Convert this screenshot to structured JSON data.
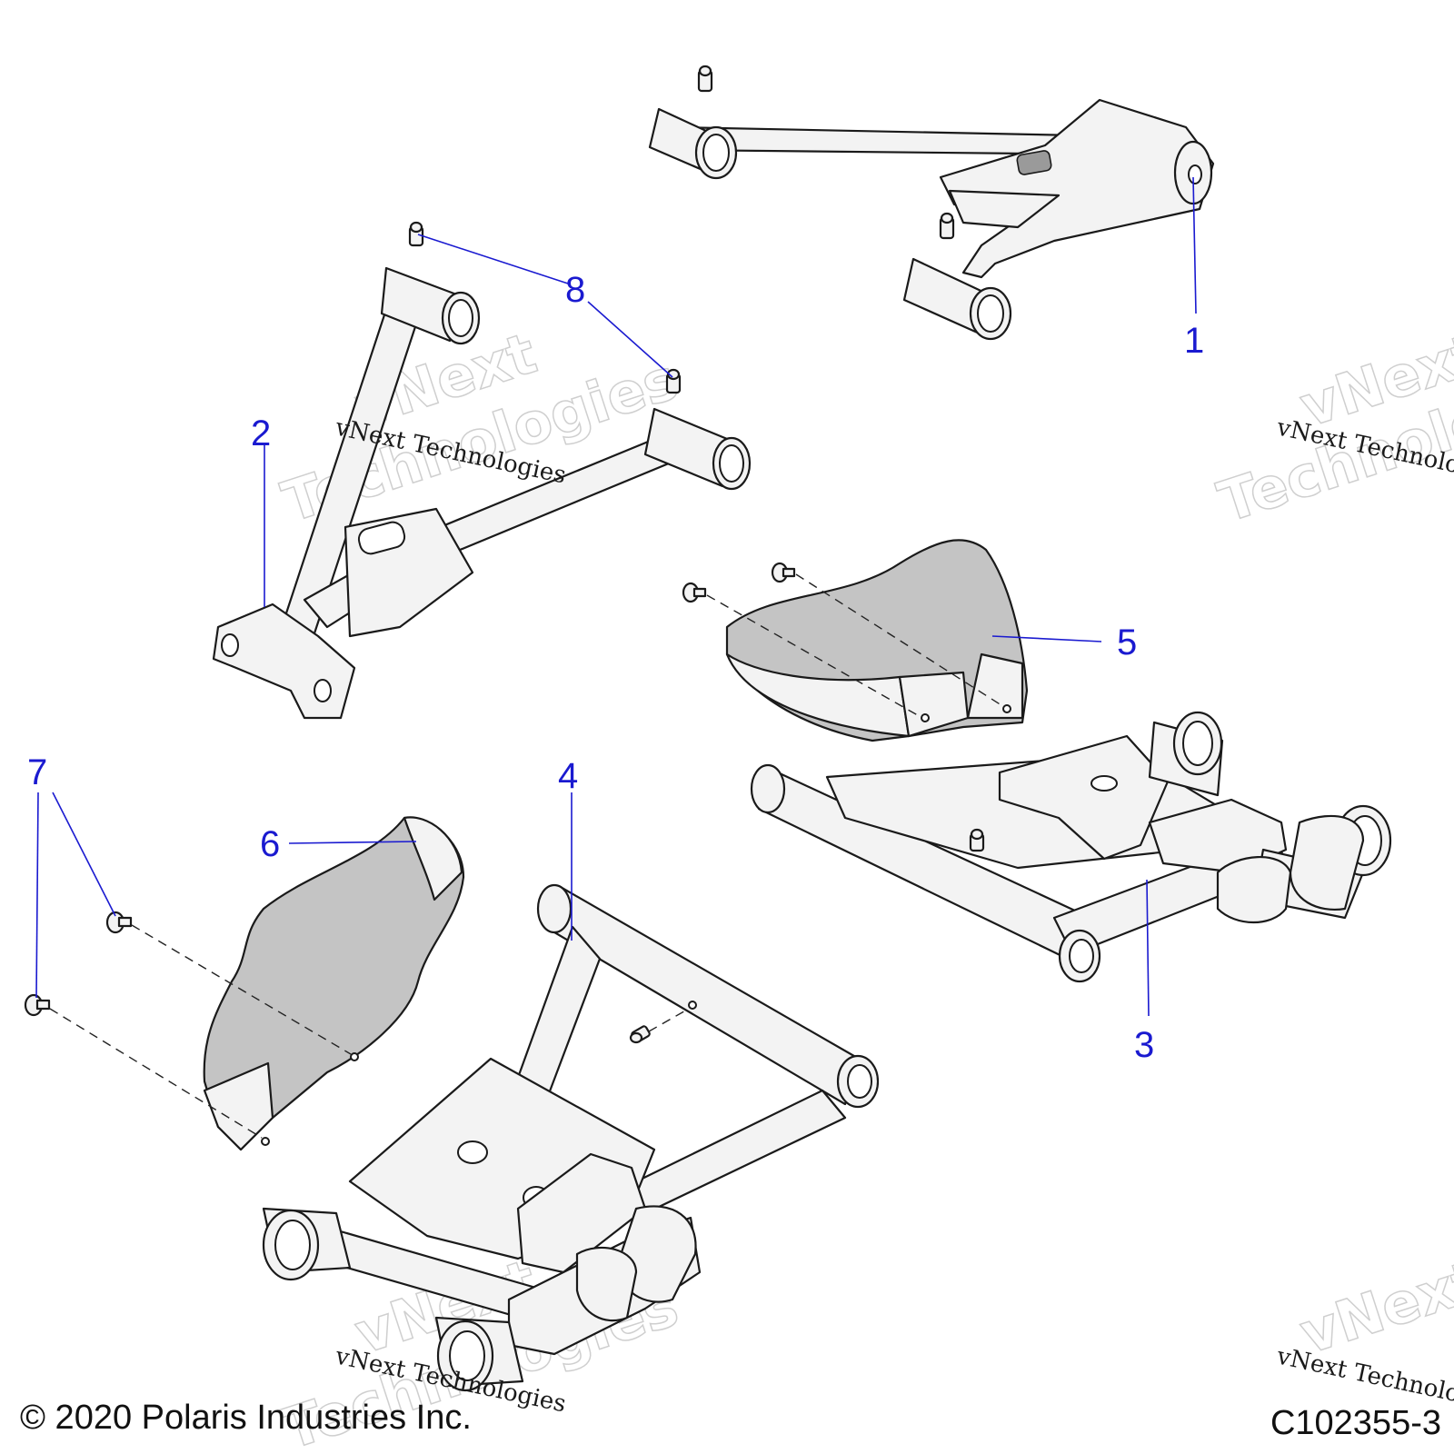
{
  "callouts": [
    {
      "id": "1",
      "label": "1"
    },
    {
      "id": "2",
      "label": "2"
    },
    {
      "id": "3",
      "label": "3"
    },
    {
      "id": "4",
      "label": "4"
    },
    {
      "id": "5",
      "label": "5"
    },
    {
      "id": "6",
      "label": "6"
    },
    {
      "id": "7",
      "label": "7"
    },
    {
      "id": "8",
      "label": "8"
    }
  ],
  "watermark": {
    "line1": "vNext",
    "line2": "Technologies",
    "caption": "vNext Technologies"
  },
  "footer": {
    "copyright": "© 2020 Polaris Industries Inc.",
    "figure_code": "C102355-3"
  },
  "colors": {
    "callout": "#1a1ad0",
    "shaded_guard": "#c4c4c4",
    "part_fill": "#f3f3f3"
  }
}
